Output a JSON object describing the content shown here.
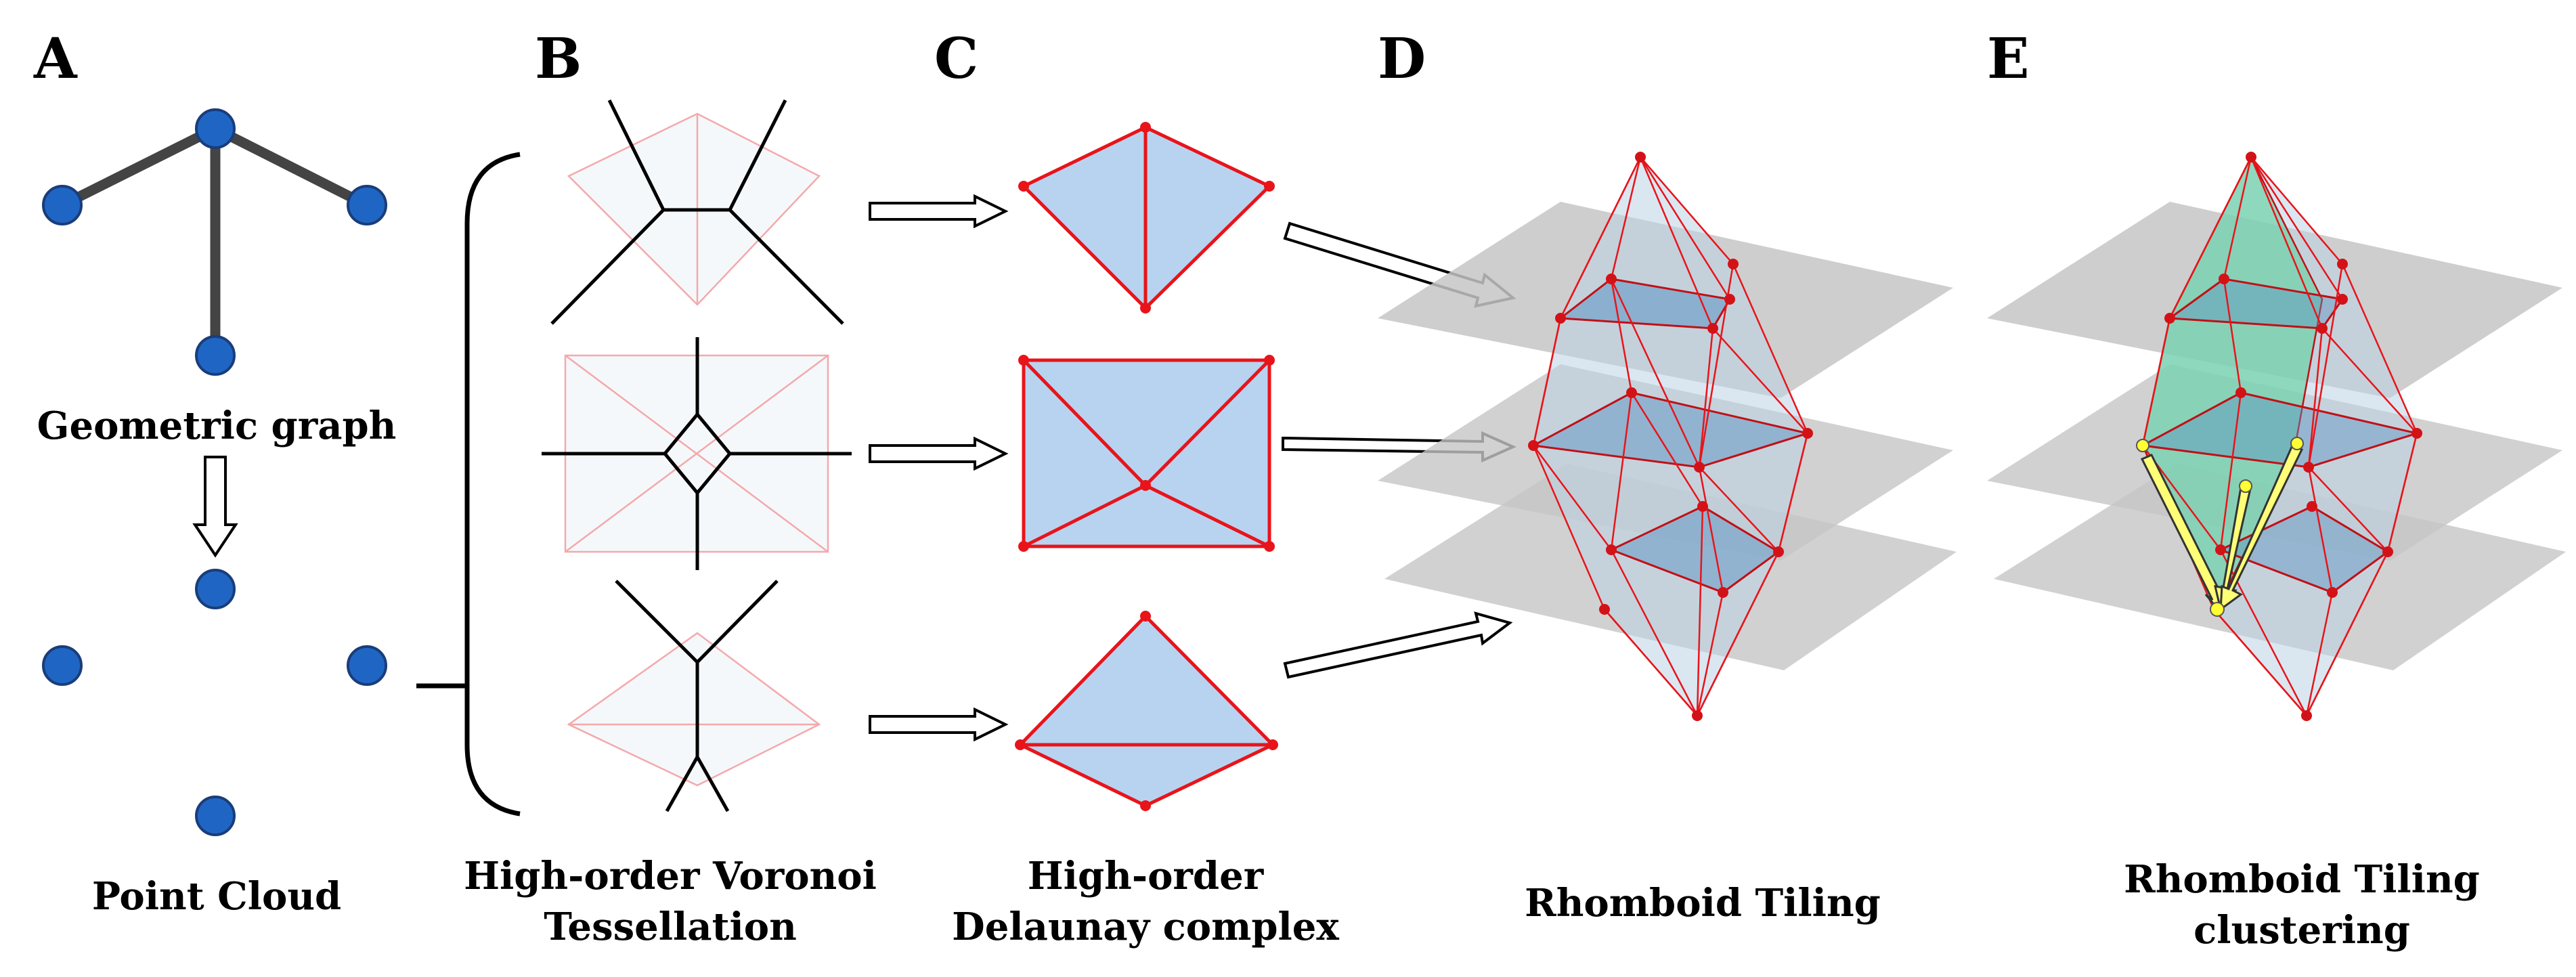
{
  "panels": {
    "a": {
      "letter": "A",
      "caption_top": "Geometric graph",
      "caption_bottom": "Point Cloud"
    },
    "b": {
      "letter": "B",
      "caption_line1": "High-order Voronoi",
      "caption_line2": "Tessellation"
    },
    "c": {
      "letter": "C",
      "caption_line1": "High-order",
      "caption_line2": "Delaunay complex"
    },
    "d": {
      "letter": "D",
      "caption": "Rhomboid Tiling"
    },
    "e": {
      "letter": "E",
      "caption_line1": "Rhomboid Tiling",
      "caption_line2": "clustering"
    }
  },
  "colors": {
    "node_blue": "#1f66c4",
    "edge_gray": "#444444",
    "delaunay_red": "#e8141a",
    "delaunay_fill": "#b8d3f0",
    "plane_gray": "#c6c6c6",
    "cluster_green": "#6ed1a8",
    "highlight_yellow": "#ffff55"
  }
}
